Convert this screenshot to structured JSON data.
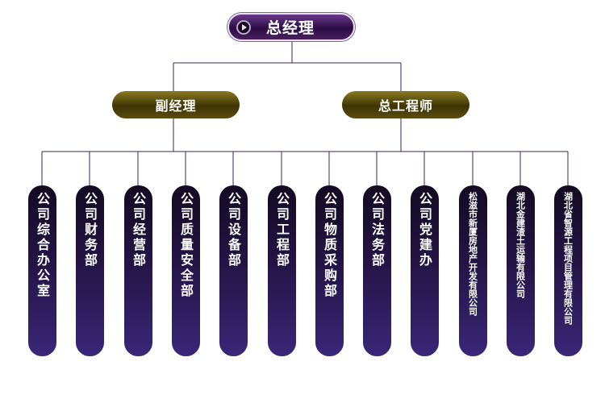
{
  "general_manager": "总经理",
  "deputy_manager": "副经理",
  "chief_engineer": "总工程师",
  "departments": [
    "公司综合办公室",
    "公司财务部",
    "公司经营部",
    "公司质量安全部",
    "公司设备部",
    "公司工程部",
    "公司物质采购部",
    "公司法务部",
    "公司党建办",
    "松滋市新厦房地产开发有限公司",
    "湖北金建渣土运输有限公司",
    "湖北省智源工程项目管理有限公司"
  ],
  "colors": {
    "connector": "#3a2a4c",
    "top_node": "#2b0c43",
    "mid_node": "#3e3403",
    "dept_node": "#2a1855"
  },
  "icons": {
    "top_node": "play-arrow-icon"
  }
}
